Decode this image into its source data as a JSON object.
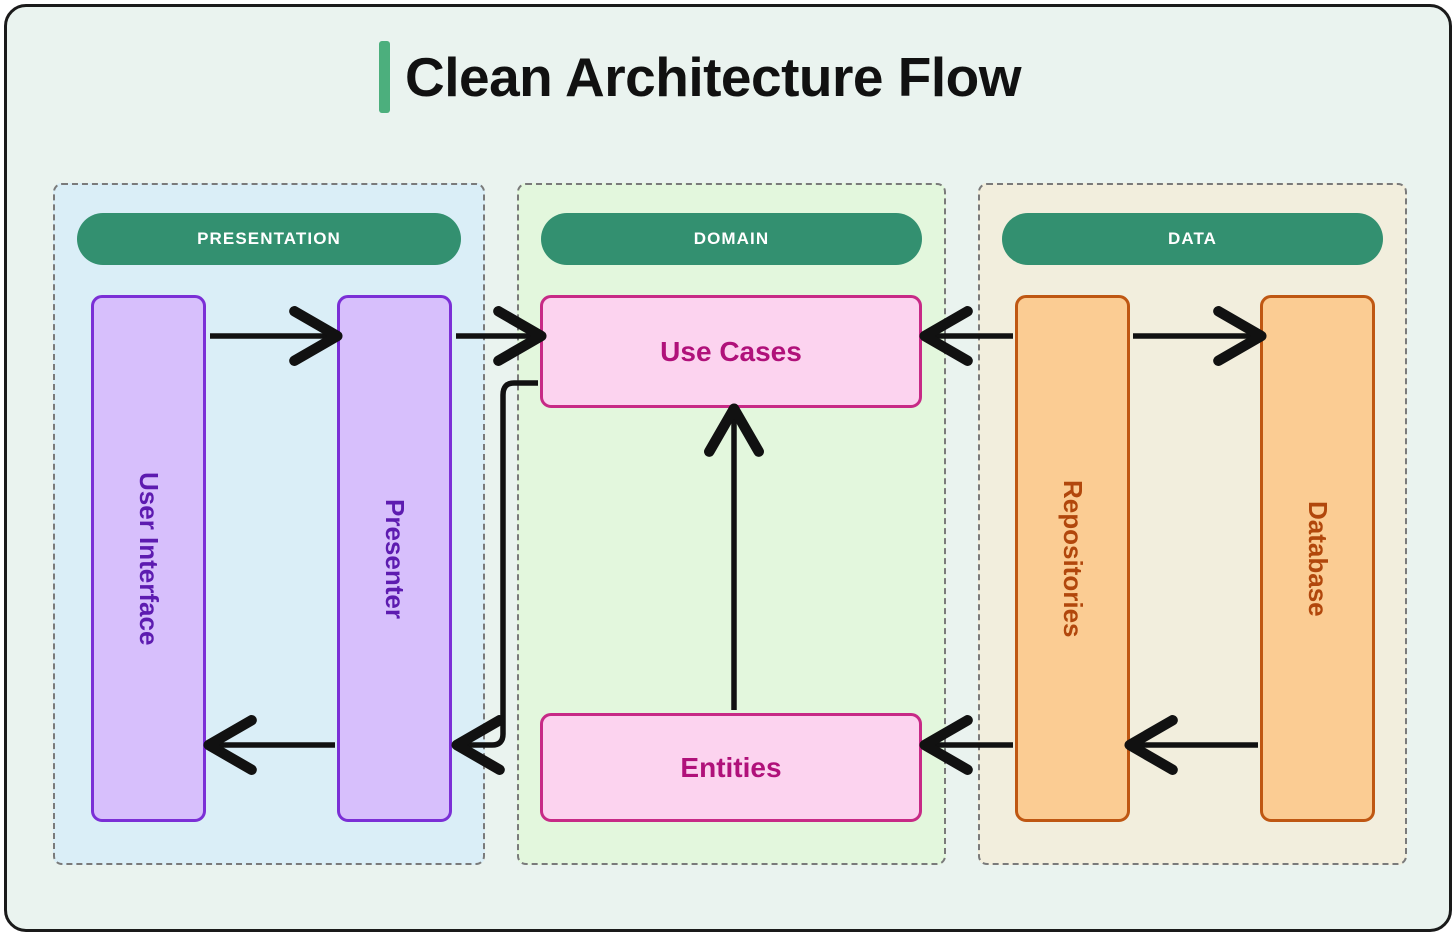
{
  "page": {
    "title": "Clean Architecture Flow",
    "accent_bar_color": "#4caf7d",
    "canvas_background": "#eaf3ef",
    "canvas_border_color": "#1a1a1a"
  },
  "diagram": {
    "type": "flow",
    "lanes": [
      {
        "id": "presentation",
        "label": "PRESENTATION",
        "fill": "#daeef7",
        "pill_color": "#339070",
        "nodes": [
          {
            "id": "user-interface",
            "label": "User Interface",
            "orientation": "vertical",
            "fill": "#d7bffc",
            "border": "#7b2fd6",
            "text_color": "#5d1bb0"
          },
          {
            "id": "presenter",
            "label": "Presenter",
            "orientation": "vertical",
            "fill": "#d7bffc",
            "border": "#7b2fd6",
            "text_color": "#5d1bb0"
          }
        ]
      },
      {
        "id": "domain",
        "label": "DOMAIN",
        "fill": "#e3f7dd",
        "pill_color": "#339070",
        "nodes": [
          {
            "id": "use-cases",
            "label": "Use Cases",
            "orientation": "horizontal",
            "fill": "#fcd3ef",
            "border": "#c72a86",
            "text_color": "#b0117a"
          },
          {
            "id": "entities",
            "label": "Entities",
            "orientation": "horizontal",
            "fill": "#fcd3ef",
            "border": "#c72a86",
            "text_color": "#b0117a"
          }
        ]
      },
      {
        "id": "data",
        "label": "DATA",
        "fill": "#f2eedd",
        "pill_color": "#339070",
        "nodes": [
          {
            "id": "repositories",
            "label": "Repositories",
            "orientation": "vertical",
            "fill": "#fbcc93",
            "border": "#bf5712",
            "text_color": "#b1470c"
          },
          {
            "id": "database",
            "label": "Database",
            "orientation": "vertical",
            "fill": "#fbcc93",
            "border": "#bf5712",
            "text_color": "#b1470c"
          }
        ]
      }
    ],
    "edges": [
      {
        "id": "ui-to-presenter",
        "from": "user-interface",
        "to": "presenter",
        "direction": "right",
        "style": "straight"
      },
      {
        "id": "presenter-to-usecases",
        "from": "presenter",
        "to": "use-cases",
        "direction": "right",
        "style": "straight"
      },
      {
        "id": "repositories-to-usecases",
        "from": "repositories",
        "to": "use-cases",
        "direction": "left",
        "style": "straight"
      },
      {
        "id": "repositories-to-database",
        "from": "repositories",
        "to": "database",
        "direction": "right",
        "style": "straight"
      },
      {
        "id": "entities-to-usecases",
        "from": "entities",
        "to": "use-cases",
        "direction": "up",
        "style": "straight"
      },
      {
        "id": "usecases-to-presenter",
        "from": "use-cases",
        "to": "presenter",
        "direction": "left",
        "style": "elbow"
      },
      {
        "id": "presenter-to-ui",
        "from": "presenter",
        "to": "user-interface",
        "direction": "left",
        "style": "straight"
      },
      {
        "id": "repositories-to-entities",
        "from": "repositories",
        "to": "entities",
        "direction": "left",
        "style": "straight"
      },
      {
        "id": "database-to-repositories",
        "from": "database",
        "to": "repositories",
        "direction": "left",
        "style": "straight"
      }
    ],
    "arrow_color": "#111111"
  }
}
